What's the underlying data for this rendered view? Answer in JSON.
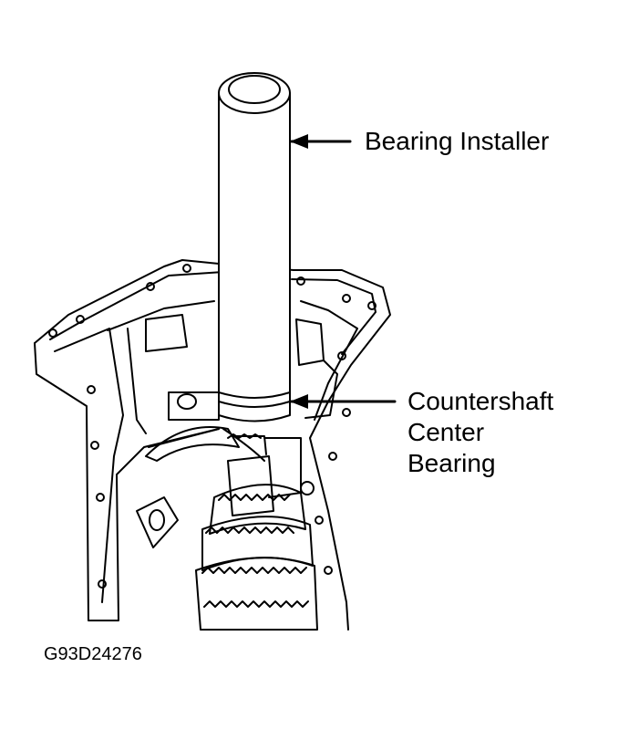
{
  "labels": {
    "bearing_installer": "Bearing Installer",
    "countershaft_center_bearing": [
      "Countershaft",
      "Center",
      "Bearing"
    ]
  },
  "figure_code": "G93D24276",
  "colors": {
    "ink": "#000000",
    "paper": "#ffffff"
  }
}
